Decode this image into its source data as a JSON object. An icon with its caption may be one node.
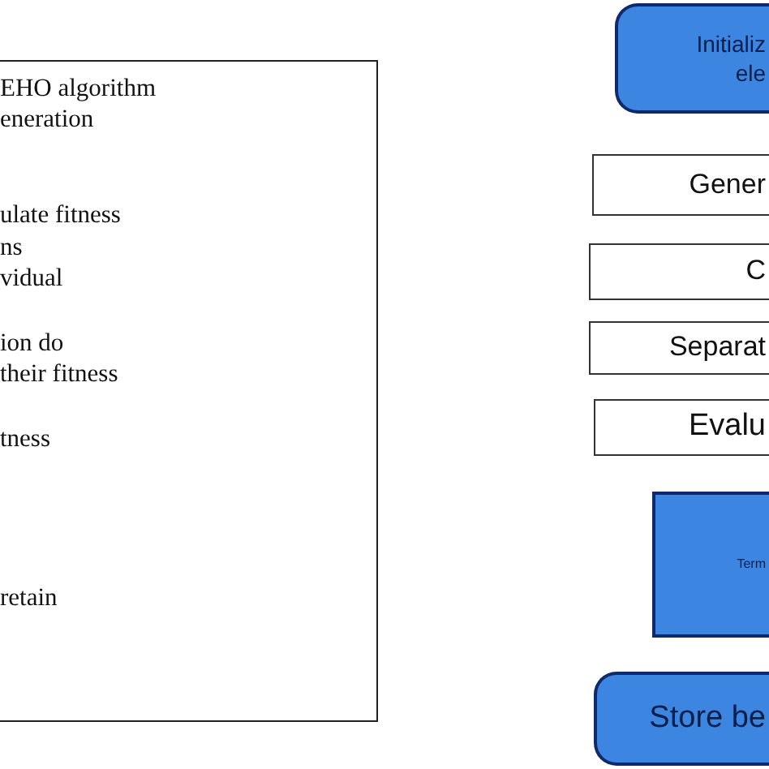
{
  "diagram": {
    "nodes": [
      {
        "text": [
          "EHO algorithm",
          "eneration",
          "ulate fitness",
          "ns",
          "vidual",
          "ion do",
          "their fitness",
          "tness",
          "retain"
        ]
      },
      {
        "text": [
          "Initializ ele"
        ]
      },
      {
        "text": [
          "Gener"
        ]
      },
      {
        "text": [
          "C"
        ]
      },
      {
        "text": [
          "Separat"
        ]
      },
      {
        "text": [
          "Evalu"
        ]
      },
      {
        "text": [
          "Term"
        ]
      },
      {
        "text": [
          "Store be"
        ]
      }
    ]
  }
}
